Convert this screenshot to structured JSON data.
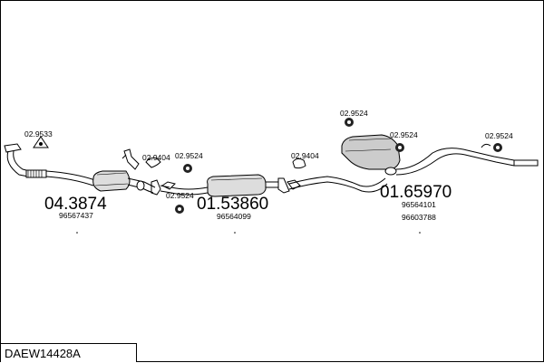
{
  "diagram": {
    "part_groups": [
      {
        "main_number": "04.3874",
        "oem_numbers": [
          "96567437"
        ]
      },
      {
        "main_number": "01.53860",
        "oem_numbers": [
          "96564099"
        ]
      },
      {
        "main_number": "01.65970",
        "oem_numbers": [
          "96564101",
          "96603788"
        ]
      }
    ],
    "fitting_codes": {
      "gasket_front": "02.9533",
      "clamp_a": "02.9404",
      "rubber_a": "02.9524",
      "rubber_b": "02.9524",
      "clamp_b": "02.9404",
      "rubber_c": "02.9524",
      "rubber_d": "02.9524",
      "rubber_e": "02.9524"
    }
  },
  "footer": {
    "model_code": "DAEW14428A"
  }
}
